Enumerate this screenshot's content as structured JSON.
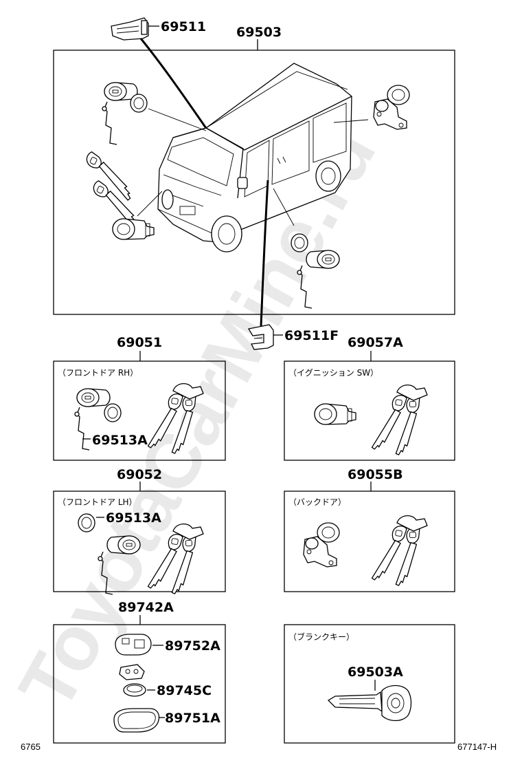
{
  "watermark": "ToyotaCarMine.ru",
  "main_assembly": {
    "part_no": "69503",
    "bracket_top": "69511",
    "bracket_bottom": "69511F"
  },
  "panels": [
    {
      "part_no": "69051",
      "caption": "（フロントドア RH）",
      "sub_part": "69513A"
    },
    {
      "part_no": "69057A",
      "caption": "（イグニッション SW）"
    },
    {
      "part_no": "69052",
      "caption": "（フロントドア LH）",
      "sub_part": "69513A"
    },
    {
      "part_no": "69055B",
      "caption": "（バックドア）"
    },
    {
      "part_no": "89742A",
      "sub_parts": [
        "89752A",
        "89745C",
        "89751A"
      ]
    },
    {
      "caption": "（ブランクキー）",
      "sub_part": "69503A"
    }
  ],
  "footer": {
    "left_code": "6765",
    "right_code": "677147-H"
  }
}
